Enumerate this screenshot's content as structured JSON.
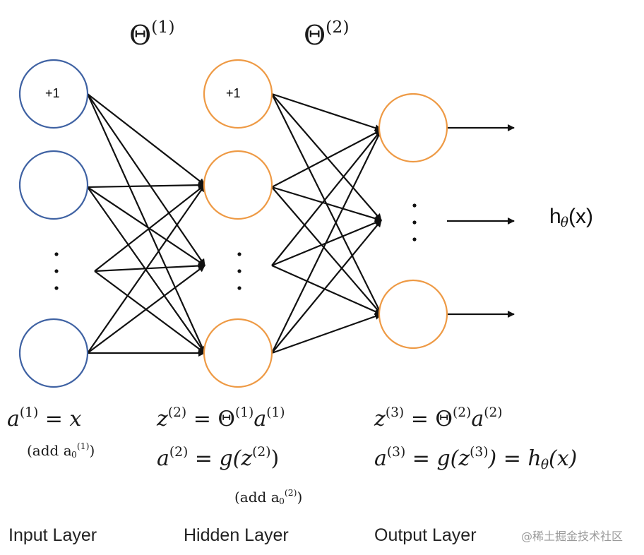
{
  "theta": {
    "sym": "Θ",
    "theta1_sup": "(1)",
    "theta2_sup": "(2)"
  },
  "input_layer": {
    "bias_label": "+1",
    "color": "#3f62a3",
    "eq_a": "a",
    "eq_a_sup": "(1)",
    "eq_rhs": " = x",
    "note_open": "(add a",
    "note_sub": "0",
    "note_sup": "(1)",
    "note_close": ")",
    "label": "Input Layer"
  },
  "hidden_layer": {
    "bias_label": "+1",
    "color": "#ee9a45",
    "eq1_lhs": "z",
    "eq1_lhs_sup": "(2)",
    "eq1_rhs_theta": " = Θ",
    "eq1_rhs_theta_sup": "(1)",
    "eq1_rhs_a": "a",
    "eq1_rhs_a_sup": "(1)",
    "eq2_lhs": "a",
    "eq2_lhs_sup": "(2)",
    "eq2_rhs_g": " = g(z",
    "eq2_rhs_sup": "(2)",
    "eq2_close": ")",
    "note_open": "(add a",
    "note_sub": "0",
    "note_sup": "(2)",
    "note_close": ")",
    "label": "Hidden Layer"
  },
  "output_layer": {
    "color": "#ee9a45",
    "eq1_lhs": "z",
    "eq1_lhs_sup": "(3)",
    "eq1_rhs_theta": " = Θ",
    "eq1_rhs_theta_sup": "(2)",
    "eq1_rhs_a": "a",
    "eq1_rhs_a_sup": "(2)",
    "eq2_lhs": "a",
    "eq2_lhs_sup": "(3)",
    "eq2_rhs_g": " = g(z",
    "eq2_rhs_sup": "(3)",
    "eq2_rhs_h": ") = h",
    "eq2_rhs_h_sub": "θ",
    "eq2_rhs_x": "(x)",
    "label": "Output Layer"
  },
  "output": {
    "h": "h",
    "theta_sub": "θ",
    "x": "(x)"
  },
  "watermark": "@稀土掘金技术社区"
}
